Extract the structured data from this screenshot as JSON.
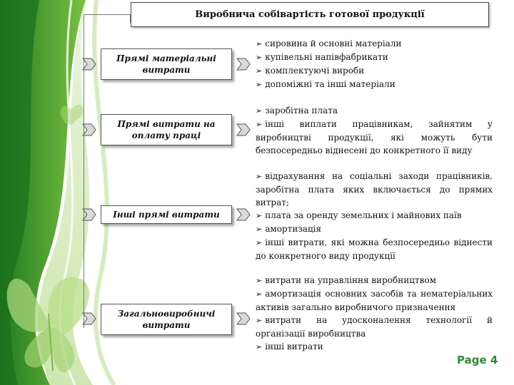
{
  "title": "Виробнича собівартість готової продукції",
  "page_label": "Page 4",
  "colors": {
    "accent_green": "#2f8a2f",
    "light_green": "#8cc63f",
    "bg_green": "#e6f2d5"
  },
  "groups": [
    {
      "label": "Прямі матеріальні витрати",
      "items": [
        "сировина й основні матеріали",
        "купівельні напівфабрикати",
        "комплектуючі вироби",
        "допоміжні та інші матеріали"
      ]
    },
    {
      "label": "Прямі витрати на оплату праці",
      "items": [
        "заробітна плата",
        "інші виплати працівникам, зайнятим у виробництві продукції, які можуть бути безпосередньо віднесені до конкретного її виду"
      ]
    },
    {
      "label": "Інші прямі витрати",
      "items": [
        "відрахування на соціальні заходи працівників, заробітна плата яких включається до прямих витрат;",
        "плата за оренду земельних і майнових паїв",
        "амортизація",
        "інші витрати, які можна безпосередньо віднести до конкретного виду продукції"
      ]
    },
    {
      "label": "Загальновиробничі витрати",
      "items": [
        "витрати на управління виробництвом",
        "амортизація основних засобів та нематеріальних активів загально виробничого призначення",
        "витрати на удосконалення технології й організації виробництва",
        "інші витрати"
      ]
    }
  ]
}
